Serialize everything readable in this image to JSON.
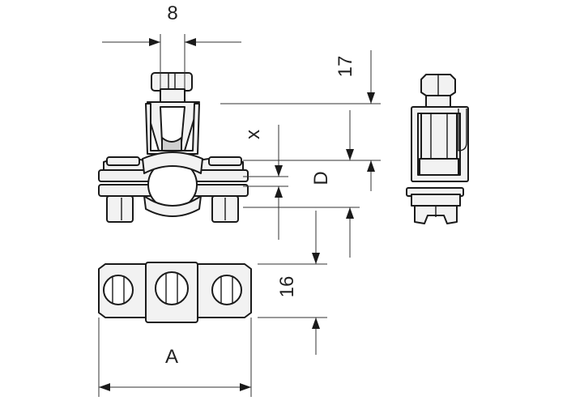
{
  "dimensions": {
    "width_label": "8",
    "height_label": "17",
    "x_label": "x",
    "diameter_label": "D",
    "depth_label": "16",
    "length_label": "A"
  },
  "colors": {
    "line": "#1a1a1a",
    "fill_light": "#f2f2f2",
    "fill_dark": "#cfcfcf"
  }
}
